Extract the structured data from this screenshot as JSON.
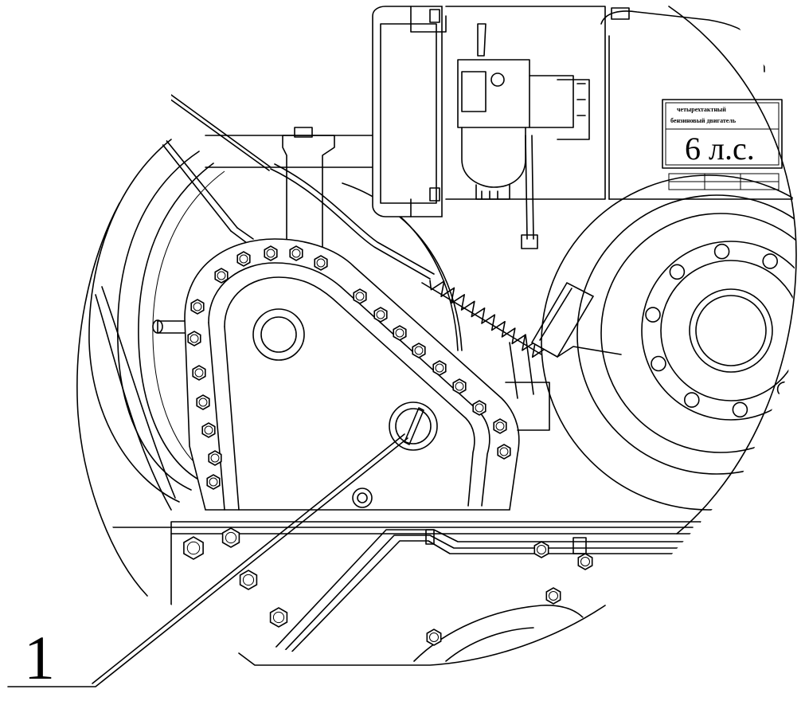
{
  "callout": {
    "number": "1"
  },
  "nameplate": {
    "line1": "четырехтактный",
    "line2": "бензиновый двигатель",
    "power": "6 л.с."
  }
}
